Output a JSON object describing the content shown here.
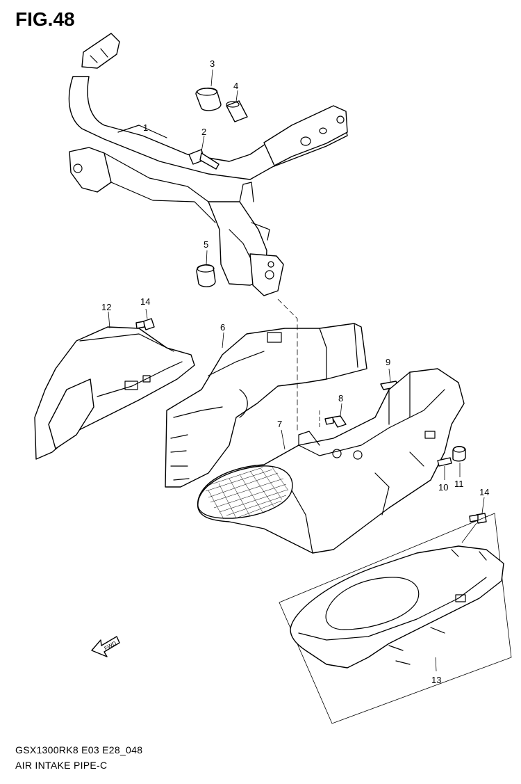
{
  "figure": {
    "title": "FIG.48"
  },
  "footer": {
    "model_code": "GSX1300RK8 E03 E28_048",
    "section_name": "AIR INTAKE PIPE-C"
  },
  "fwd_label": "FWD",
  "callouts": {
    "p1": "1",
    "p2": "2",
    "p3": "3",
    "p4": "4",
    "p5": "5",
    "p6": "6",
    "p7": "7",
    "p8": "8",
    "p9": "9",
    "p10": "10",
    "p11": "11",
    "p12": "12",
    "p13": "13",
    "p14a": "14",
    "p14b": "14"
  }
}
